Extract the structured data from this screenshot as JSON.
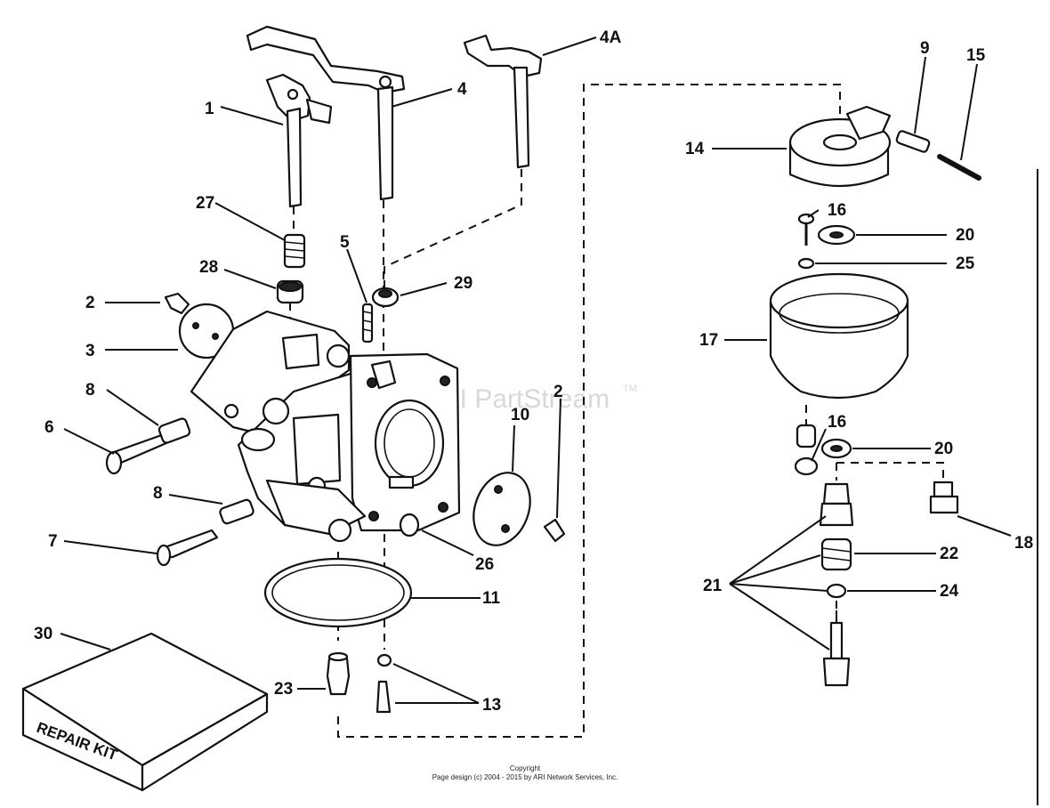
{
  "watermark": {
    "text": "ARI PartStream",
    "trademark": "TM"
  },
  "footer": {
    "line1": "Copyright",
    "line2": "Page design (c) 2004 - 2015 by ARI Network Services, Inc."
  },
  "repair_kit_label": "REPAIR KIT",
  "callouts": {
    "c1": "1",
    "c4": "4",
    "c4a": "4A",
    "c9": "9",
    "c15": "15",
    "c14": "14",
    "c27": "27",
    "c5": "5",
    "c16a": "16",
    "c20a": "20",
    "c25": "25",
    "c28": "28",
    "c29": "29",
    "c2a": "2",
    "c3": "3",
    "c17": "17",
    "c8a": "8",
    "c6": "6",
    "c10": "10",
    "c2b": "2",
    "c16b": "16",
    "c20b": "20",
    "c8b": "8",
    "c7": "7",
    "c26": "26",
    "c18": "18",
    "c22": "22",
    "c21": "21",
    "c24": "24",
    "c11": "11",
    "c30": "30",
    "c23": "23",
    "c13": "13"
  }
}
